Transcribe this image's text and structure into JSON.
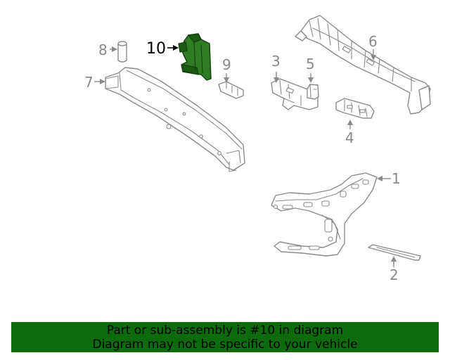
{
  "callouts": {
    "p1": "1",
    "p2": "2",
    "p3": "3",
    "p4": "4",
    "p5": "5",
    "p6": "6",
    "p7": "7",
    "p8": "8",
    "p9": "9",
    "p10": "10"
  },
  "highlighted_part": "10",
  "colors": {
    "highlight_fill": "#2e7d22",
    "banner_bg": "#0d6b0b",
    "line_art": "#8a8a8a"
  },
  "banner": {
    "line1": "Part or sub-assembly is #10 in diagram",
    "line2": "Diagram may not be specific to your vehicle"
  }
}
